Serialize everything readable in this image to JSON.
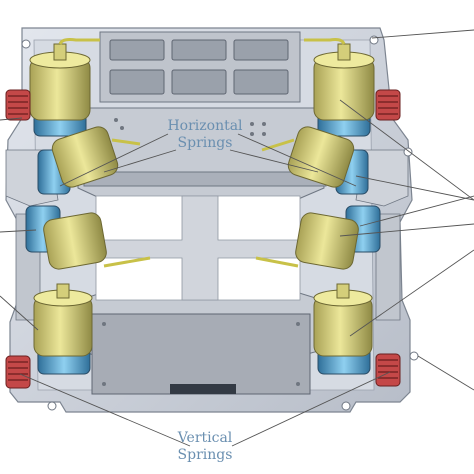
{
  "labels": {
    "horizontal_line1": "Horizontal",
    "horizontal_line2": "Springs",
    "vertical_line1": "Vertical",
    "vertical_line2": "Springs"
  },
  "colors": {
    "frame": "#c9ced6",
    "frame_stroke": "#7d8591",
    "plate": "#b9bec6",
    "damper_yellow": "#d8d27a",
    "damper_blue": "#6fb8dc",
    "spring_red": "#c44848",
    "label_text": "#6a8fb0",
    "leader_line": "#555555"
  }
}
